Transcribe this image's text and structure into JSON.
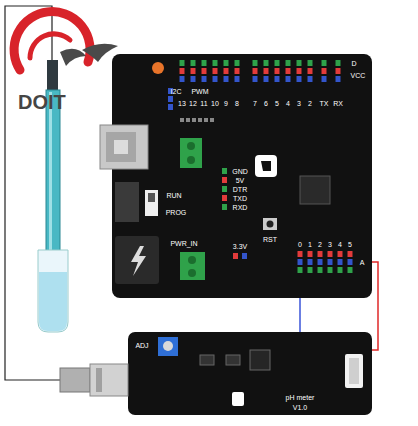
{
  "diagram": {
    "nodes": [
      {
        "text": [
          "I2C",
          "PWM",
          "13",
          "12",
          "11",
          "10",
          "9",
          "8",
          "7",
          "6",
          "5",
          "4",
          "3",
          "2",
          "TX",
          "RX",
          "D",
          "VCC",
          "RUN",
          "PROG",
          "PWR_IN",
          "GND",
          "5V",
          "DTR",
          "TXD",
          "RXD",
          "RST",
          "3.3V",
          "0",
          "1",
          "2",
          "3",
          "4",
          "5",
          "A"
        ]
      },
      {
        "text": [
          "ADJ",
          "pH meter",
          "V1.0"
        ]
      }
    ],
    "edges": [
      {
        "from": 0,
        "to": 1,
        "arrow": "none"
      },
      {
        "from": 0,
        "to": 1,
        "arrow": "none"
      }
    ],
    "labels": [
      "DOIT"
    ]
  }
}
